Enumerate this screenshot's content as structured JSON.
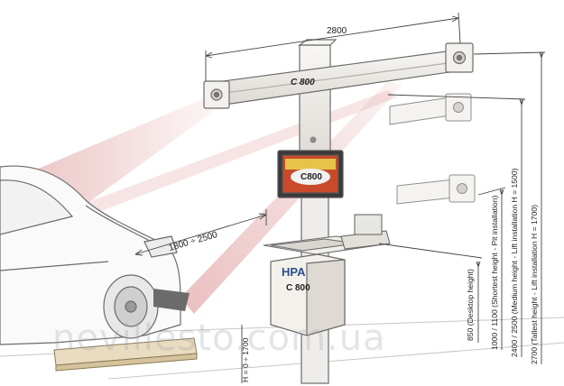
{
  "dimensions": {
    "width_span": "2800",
    "camera_distance": "1800 ÷ 2500",
    "lift_height": "H = 0 ÷ 1700"
  },
  "height_labels": [
    "850 (Desktop height)",
    "1000 / 1100 (Shortest height - Pit installation)",
    "2400 / 2500 (Medium height - Lift installation H = 1500)",
    "2700 (Tallest height - Lift installation H = 1700)"
  ],
  "model": {
    "beam_label": "C 800",
    "screen_label": "C800",
    "brand": "HPA",
    "cabinet_label": "C 800"
  },
  "watermark": "neville​sto.com.ua",
  "colors": {
    "beam": "#ece9e4",
    "laser": "#d98b8b",
    "outline": "#6b6b6b"
  }
}
